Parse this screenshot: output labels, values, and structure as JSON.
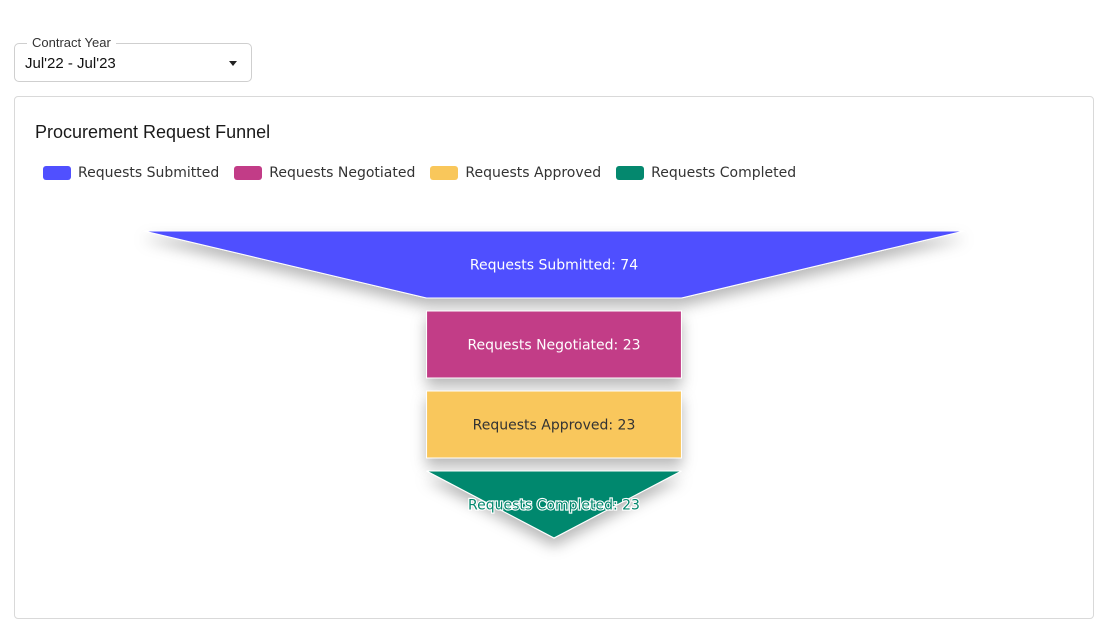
{
  "filter": {
    "label": "Contract Year",
    "value": "Jul'22 - Jul'23"
  },
  "card": {
    "title": "Procurement Request Funnel"
  },
  "chart_data": {
    "type": "funnel",
    "title": "Procurement Request Funnel",
    "legend_position": "top-left",
    "stages": [
      {
        "name": "Requests Submitted",
        "value": 74,
        "color": "#5050ff",
        "label": "Requests Submitted: 74"
      },
      {
        "name": "Requests Negotiated",
        "value": 23,
        "color": "#c23c87",
        "label": "Requests Negotiated: 23"
      },
      {
        "name": "Requests Approved",
        "value": 23,
        "color": "#f9c75b",
        "label": "Requests Approved: 23"
      },
      {
        "name": "Requests Completed",
        "value": 23,
        "color": "#04886e",
        "label": "Requests Completed: 23"
      }
    ]
  }
}
